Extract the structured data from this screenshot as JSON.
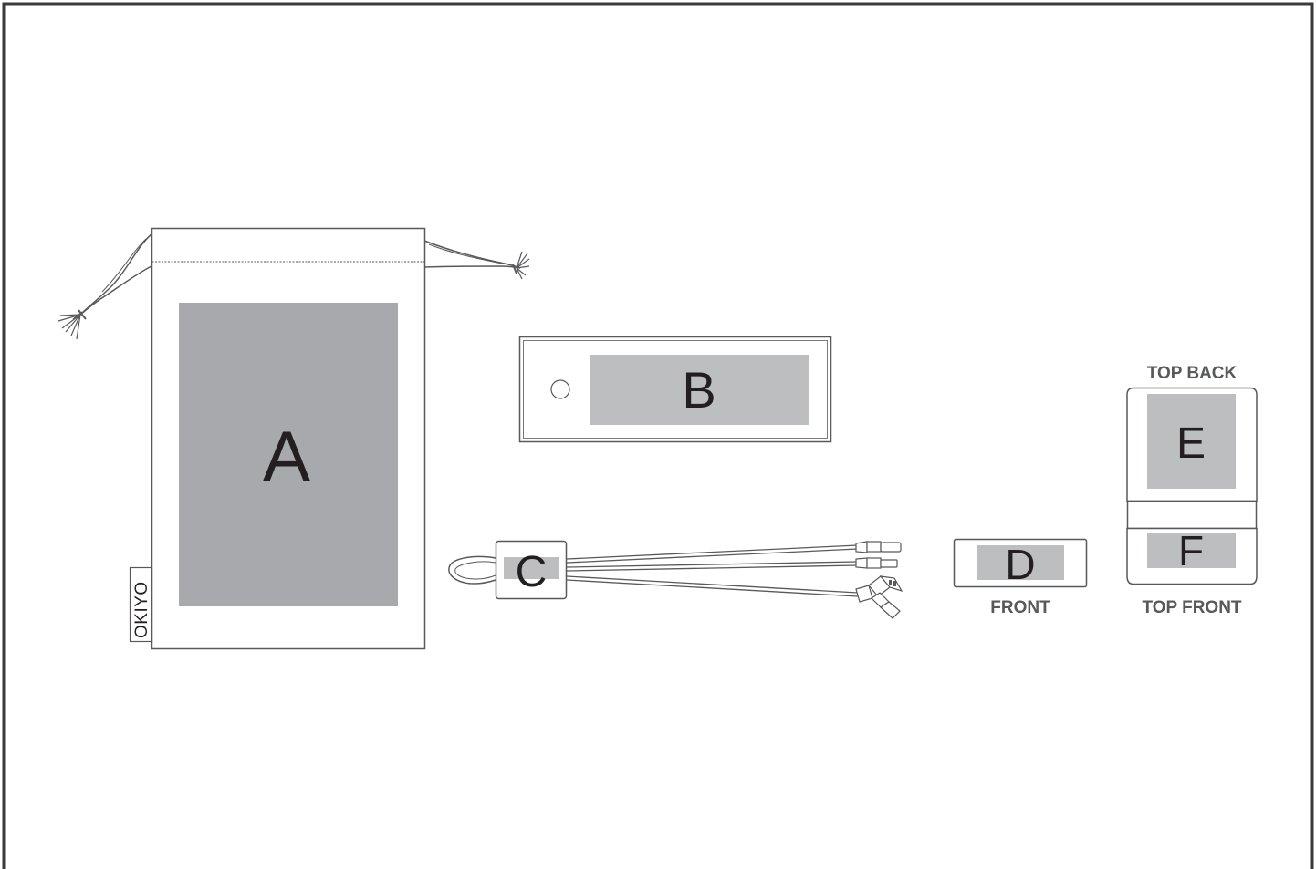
{
  "zones": {
    "a": "A",
    "b": "B",
    "c": "C",
    "d": "D",
    "e": "E",
    "f": "F"
  },
  "captions": {
    "top_back": "TOP BACK",
    "top_front": "TOP FRONT",
    "front": "FRONT"
  },
  "label_tag": "OKIYO",
  "colors": {
    "frame": "#3a3a3a",
    "outline": "#58595b",
    "print_area_dark": "#a7a9ac",
    "print_area_light": "#bcbec0",
    "text": "#231f20",
    "caption": "#58595b"
  }
}
